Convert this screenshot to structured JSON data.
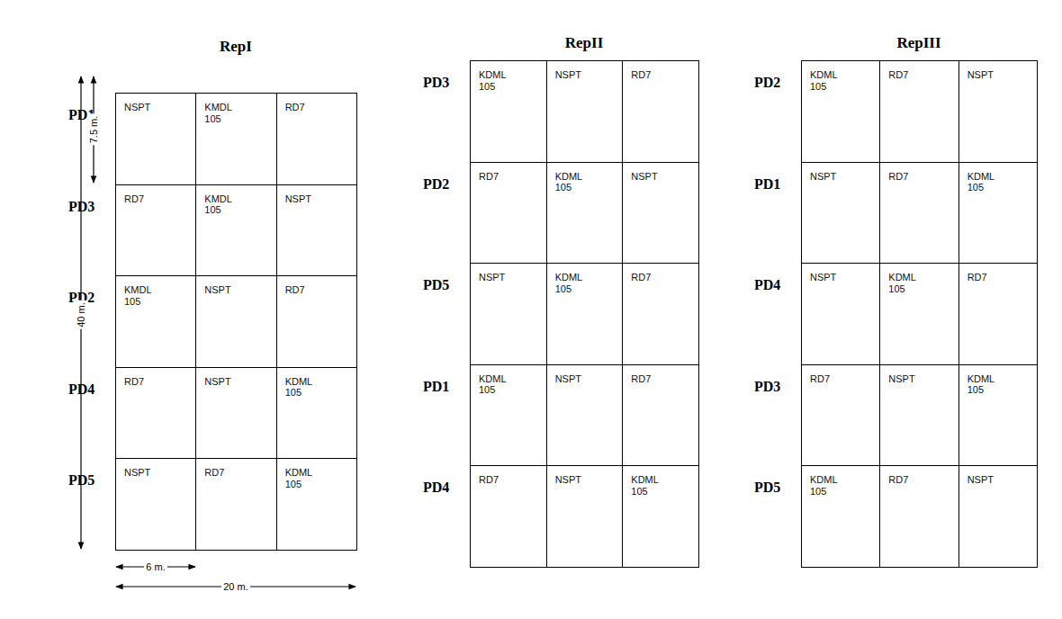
{
  "diagram": {
    "nodes": [
      {
        "text": [
          "RepI"
        ]
      },
      {
        "text": [
          "NSPT"
        ],
        "in": 0
      },
      {
        "text": [
          "KMDL 105"
        ],
        "in": 0
      },
      {
        "text": [
          "RD7"
        ],
        "in": 0
      },
      {
        "text": [
          "RD7"
        ],
        "in": 0
      },
      {
        "text": [
          "KMDL 105"
        ],
        "in": 0
      },
      {
        "text": [
          "NSPT"
        ],
        "in": 0
      },
      {
        "text": [
          "KMDL 105"
        ],
        "in": 0
      },
      {
        "text": [
          "NSPT"
        ],
        "in": 0
      },
      {
        "text": [
          "RD7"
        ],
        "in": 0
      },
      {
        "text": [
          "RD7"
        ],
        "in": 0
      },
      {
        "text": [
          "NSPT"
        ],
        "in": 0
      },
      {
        "text": [
          "KDML 105"
        ],
        "in": 0
      },
      {
        "text": [
          "NSPT"
        ],
        "in": 0
      },
      {
        "text": [
          "RD7"
        ],
        "in": 0
      },
      {
        "text": [
          "KDML 105"
        ],
        "in": 0
      },
      {
        "text": [
          "RepII"
        ]
      },
      {
        "text": [
          "KDML 105"
        ],
        "in": 16
      },
      {
        "text": [
          "NSPT"
        ],
        "in": 16
      },
      {
        "text": [
          "RD7"
        ],
        "in": 16
      },
      {
        "text": [
          "RD7"
        ],
        "in": 16
      },
      {
        "text": [
          "KDML 105"
        ],
        "in": 16
      },
      {
        "text": [
          "NSPT"
        ],
        "in": 16
      },
      {
        "text": [
          "NSPT"
        ],
        "in": 16
      },
      {
        "text": [
          "KDML 105"
        ],
        "in": 16
      },
      {
        "text": [
          "RD7"
        ],
        "in": 16
      },
      {
        "text": [
          "KDML 105"
        ],
        "in": 16
      },
      {
        "text": [
          "NSPT"
        ],
        "in": 16
      },
      {
        "text": [
          "RD7"
        ],
        "in": 16
      },
      {
        "text": [
          "RD7"
        ],
        "in": 16
      },
      {
        "text": [
          "NSPT"
        ],
        "in": 16
      },
      {
        "text": [
          "KDML 105"
        ],
        "in": 16
      },
      {
        "text": [
          "RepIII"
        ]
      },
      {
        "text": [
          "KDML 105"
        ],
        "in": 32
      },
      {
        "text": [
          "RD7"
        ],
        "in": 32
      },
      {
        "text": [
          "NSPT"
        ],
        "in": 32
      },
      {
        "text": [
          "NSPT"
        ],
        "in": 32
      },
      {
        "text": [
          "RD7"
        ],
        "in": 32
      },
      {
        "text": [
          "KDML 105"
        ],
        "in": 32
      },
      {
        "text": [
          "NSPT"
        ],
        "in": 32
      },
      {
        "text": [
          "KDML 105"
        ],
        "in": 32
      },
      {
        "text": [
          "RD7"
        ],
        "in": 32
      },
      {
        "text": [
          "RD7"
        ],
        "in": 32
      },
      {
        "text": [
          "NSPT"
        ],
        "in": 32
      },
      {
        "text": [
          "KDML 105"
        ],
        "in": 32
      },
      {
        "text": [
          "KDML 105"
        ],
        "in": 32
      },
      {
        "text": [
          "RD7"
        ],
        "in": 32
      },
      {
        "text": [
          "NSPT"
        ],
        "in": 32
      }
    ],
    "labels": [
      "PD1",
      "PD3",
      "PD2",
      "PD4",
      "PD5",
      "PD3",
      "PD2",
      "PD5",
      "PD1",
      "PD4",
      "PD2",
      "PD1",
      "PD4",
      "PD3",
      "PD5",
      "7.5 m.",
      "40 m.",
      "6 m.",
      "20 m."
    ]
  }
}
